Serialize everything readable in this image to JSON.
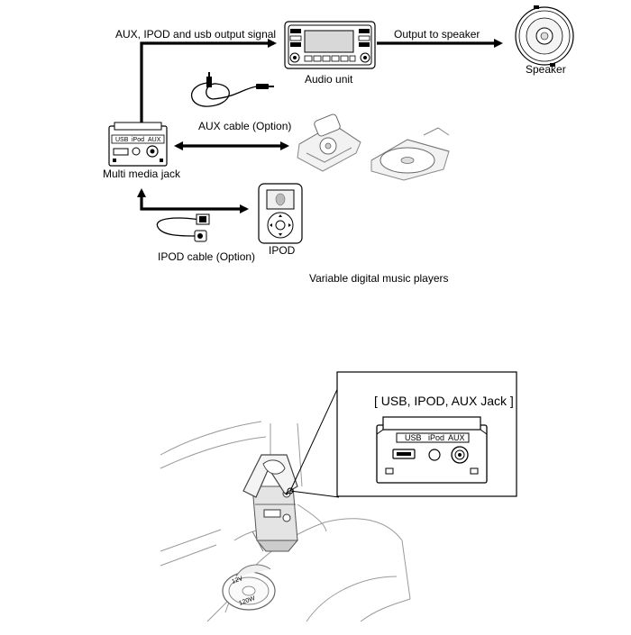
{
  "labels": {
    "aux_ipod_usb_signal": "AUX, IPOD and usb output signal",
    "output_to_speaker": "Output to speaker",
    "audio_unit": "Audio unit",
    "speaker": "Speaker",
    "aux_cable": "AUX cable (Option)",
    "multi_media_jack": "Multi media jack",
    "ipod": "IPOD",
    "ipod_cable": "IPOD cable (Option)",
    "variable_players": "Variable digital music players",
    "jack_detail_title": "[ USB, IPOD, AUX Jack ]"
  },
  "jack_ports": {
    "usb": "USB",
    "ipod": "iPod",
    "aux": "AUX"
  },
  "console_lettering": [
    "12V",
    "120W"
  ]
}
